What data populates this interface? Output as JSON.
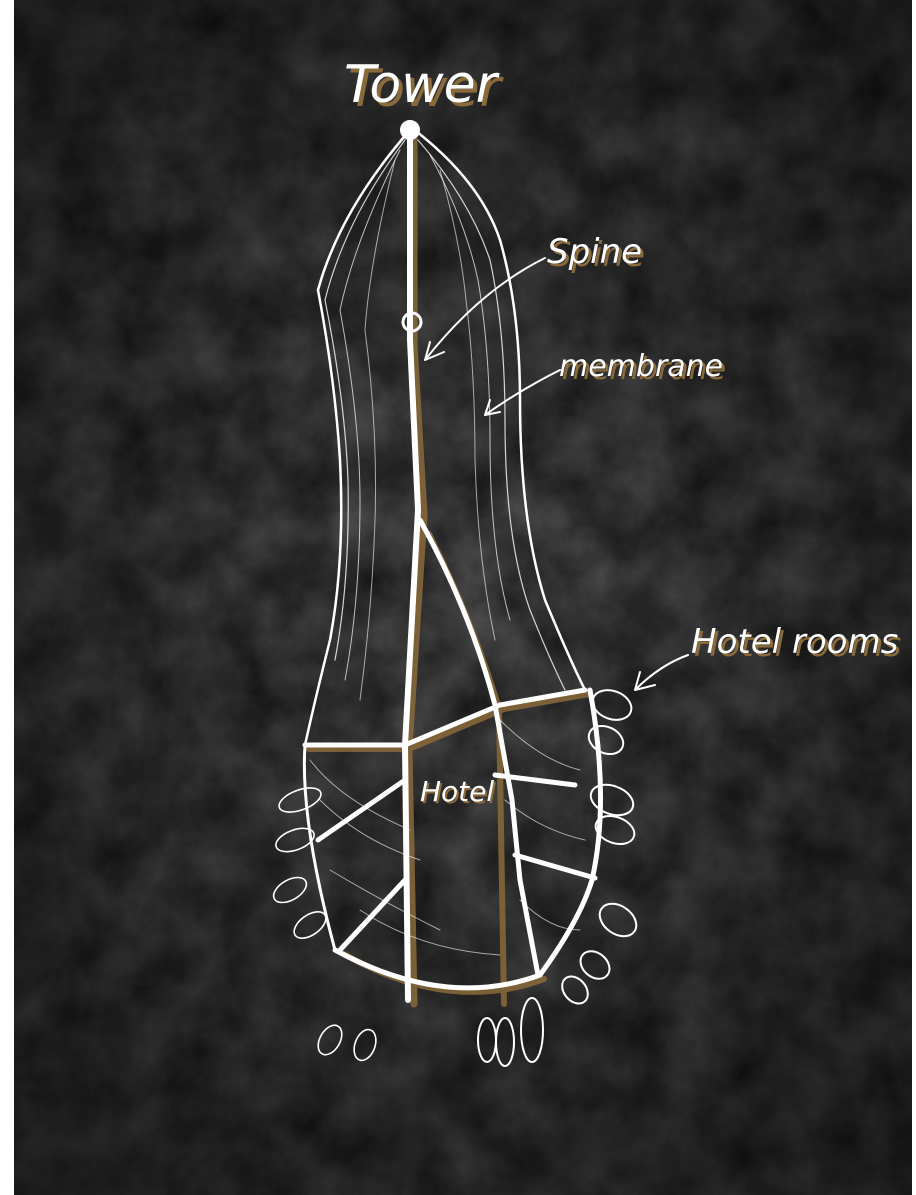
{
  "labels": {
    "title": "Tower",
    "spine": "Spine",
    "membrane": "membrane",
    "hotel_rooms": "Hotel rooms",
    "hotel": "Hotel"
  },
  "colors": {
    "background": "#121212",
    "stroke": "#ffffff",
    "shadow": "#8a6a3a",
    "border": "#ffffff"
  }
}
